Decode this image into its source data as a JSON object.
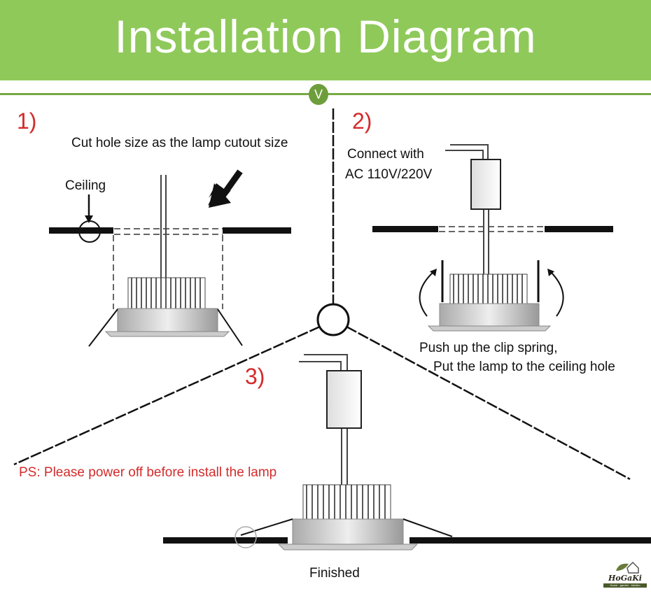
{
  "header": {
    "title": "Installation Diagram",
    "badge": "V",
    "banner_color": "#8fc95a",
    "divider_color": "#76a843"
  },
  "steps": [
    {
      "number": "1)",
      "caption": "Cut hole size as the lamp cutout size",
      "label": "Ceiling"
    },
    {
      "number": "2)",
      "caption_lines": [
        "Connect with",
        "AC 110V/220V"
      ],
      "note_lines": [
        "Push up the clip spring,",
        "Put the lamp to the ceiling hole"
      ]
    },
    {
      "number": "3)",
      "caption": "Finished"
    }
  ],
  "warning": "PS: Please power off before install the lamp",
  "warning_color": "#d32b2b",
  "logo": {
    "name": "HoGaKi",
    "tagline": "Home · garden · kitchen"
  }
}
